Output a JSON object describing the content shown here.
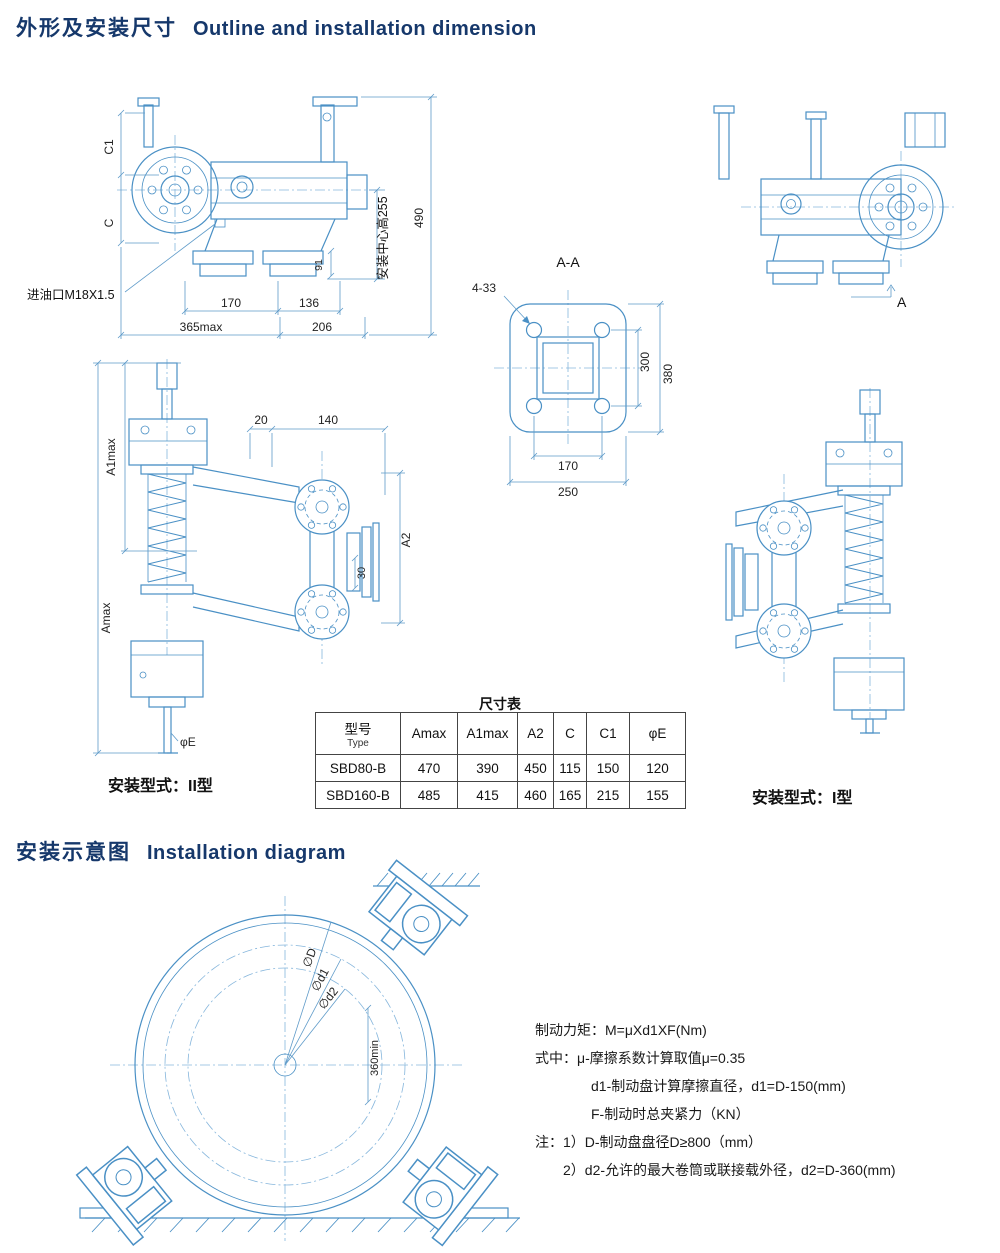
{
  "page": {
    "bg": "#ffffff",
    "accent": "#16386b",
    "line_color": "#4a90c5"
  },
  "headers": {
    "s1_zh": "外形及安装尺寸",
    "s1_en": "Outline and installation dimension",
    "s2_zh": "安装示意图",
    "s2_en": "Installation diagram"
  },
  "dims_top_left": {
    "c1": "C1",
    "c": "C",
    "oil_port": "进油口M18X1.5",
    "d170": "170",
    "d136": "136",
    "d365": "365max",
    "d206": "206",
    "center_height": "安装中心高255",
    "d91": "91",
    "d490": "490"
  },
  "dims_section": {
    "title": "A-A",
    "holes": "4-33",
    "d300": "300",
    "d380": "380",
    "d170": "170",
    "d250": "250"
  },
  "dims_top_right": {
    "a": "A"
  },
  "dims_front": {
    "a1max": "A1max",
    "amax": "Amax",
    "d20": "20",
    "d140": "140",
    "a2": "A2",
    "d30": "30",
    "phi_e": "φE"
  },
  "captions": {
    "type2": "安装型式：II型",
    "type1": "安装型式：I型"
  },
  "size_table": {
    "title": "尺寸表",
    "model_header_zh": "型号",
    "model_header_en": "Type",
    "columns": [
      "Amax",
      "A1max",
      "A2",
      "C",
      "C1",
      "φE"
    ],
    "rows": [
      {
        "model": "SBD80-B",
        "values": [
          "470",
          "390",
          "450",
          "115",
          "150",
          "120"
        ]
      },
      {
        "model": "SBD160-B",
        "values": [
          "485",
          "415",
          "460",
          "165",
          "215",
          "155"
        ]
      }
    ]
  },
  "install": {
    "d": "∅D",
    "d1": "∅d1",
    "d2": "∅d2",
    "min360": "360min"
  },
  "notes": {
    "l1": "制动力矩：M=μXd1XF(Nm)",
    "l2": "式中：μ-摩擦系数计算取值μ=0.35",
    "l3": "d1-制动盘计算摩擦直径，d1=D-150(mm)",
    "l4": "F-制动时总夹紧力（KN）",
    "l5": "注：1）D-制动盘盘径D≥800（mm）",
    "l6": "2）d2-允许的最大卷筒或联接载外径，d2=D-360(mm)"
  }
}
